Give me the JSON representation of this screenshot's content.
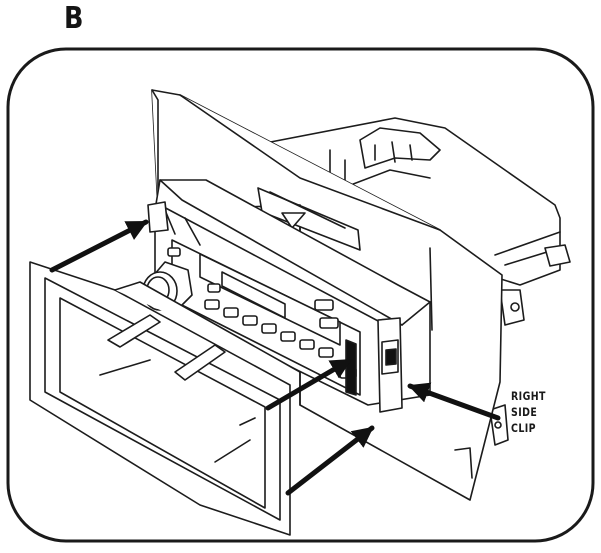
{
  "figure": {
    "step_letter": "B",
    "callout": {
      "lines": [
        "RIGHT",
        "SIDE",
        "CLIP"
      ]
    }
  },
  "colors": {
    "line": "#1c1c1c",
    "panel": "#ffffff",
    "frame": "#1a1a1a"
  },
  "icons": [
    "arrow-icon"
  ]
}
